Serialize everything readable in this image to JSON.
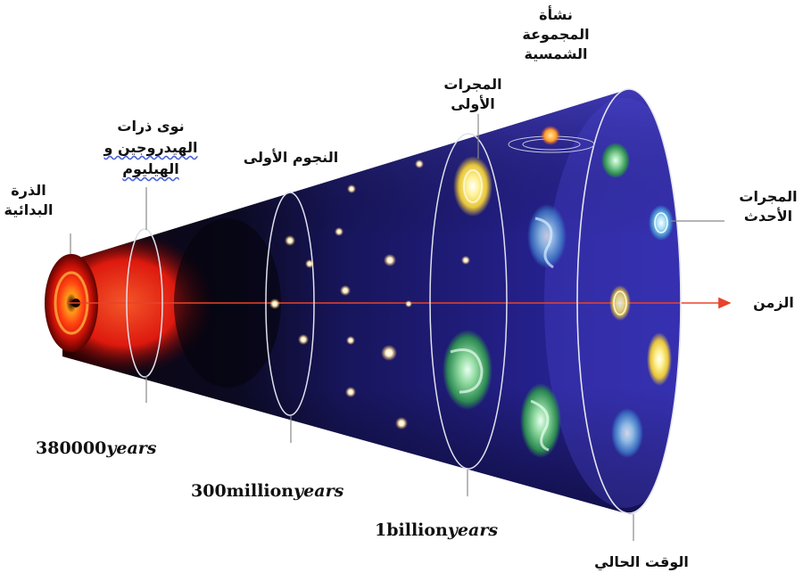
{
  "labels": {
    "primordial_atom": [
      "الذرة",
      "البدائية"
    ],
    "hydrogen_helium": [
      "نوى ذرات",
      "الهيدروجين و",
      "الهيليوم"
    ],
    "first_stars": "النجوم الأولى",
    "first_galaxies": [
      "المجرات",
      "الأولى"
    ],
    "solar_system": [
      "نشأة",
      "المجموعة",
      "الشمسية"
    ],
    "newest_galaxies": [
      "المجرات",
      "الأحدث"
    ],
    "time": "الزمن",
    "present_time": "الوقت الحالي"
  },
  "timeline": {
    "t1": {
      "number": "380000",
      "unit": "years"
    },
    "t2": {
      "number": "300million",
      "unit": "years"
    },
    "t3": {
      "number": "1billion",
      "unit": "years"
    }
  },
  "colors": {
    "cone_dark": "#0a0a1e",
    "cone_mid": "#1d1a6e",
    "cone_bright": "#3b34b8",
    "fireball": "#ff3a1e",
    "time_arrow": "#e8432b",
    "ellipse": "#e0e0ec",
    "leader_line": "#8a8a8a"
  }
}
